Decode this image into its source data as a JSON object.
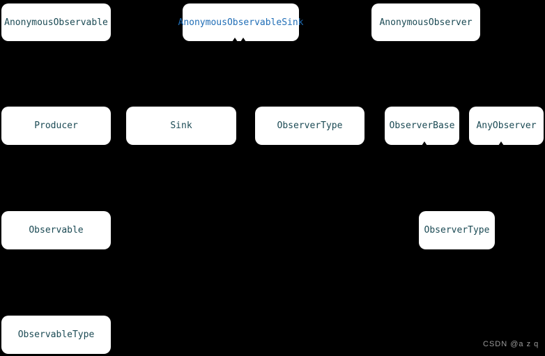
{
  "diagram": {
    "type": "uml-class-diagram",
    "nodes": [
      {
        "id": "anonymous-observable",
        "label": "AnonymousObservable",
        "highlighted": false
      },
      {
        "id": "anonymous-observable-sink",
        "label": "AnonymousObservableSink",
        "highlighted": true
      },
      {
        "id": "anonymous-observer",
        "label": "AnonymousObserver",
        "highlighted": false
      },
      {
        "id": "producer",
        "label": "Producer",
        "highlighted": false
      },
      {
        "id": "sink",
        "label": "Sink",
        "highlighted": false
      },
      {
        "id": "observer-type-middle",
        "label": "ObserverType",
        "highlighted": false
      },
      {
        "id": "observer-base",
        "label": "ObserverBase",
        "highlighted": false
      },
      {
        "id": "any-observer",
        "label": "AnyObserver",
        "highlighted": false
      },
      {
        "id": "observable",
        "label": "Observable",
        "highlighted": false
      },
      {
        "id": "observer-type-lower",
        "label": "ObserverType",
        "highlighted": false
      },
      {
        "id": "observable-type",
        "label": "ObservableType",
        "highlighted": false
      }
    ]
  },
  "colors": {
    "background": "#000000",
    "node_fill": "#ffffff",
    "node_text": "#1b4a54",
    "highlight_text": "#1f6db6",
    "arrowhead": "#000000",
    "watermark": "#9a9a9a"
  },
  "watermark": {
    "text": "CSDN @a z  q"
  }
}
